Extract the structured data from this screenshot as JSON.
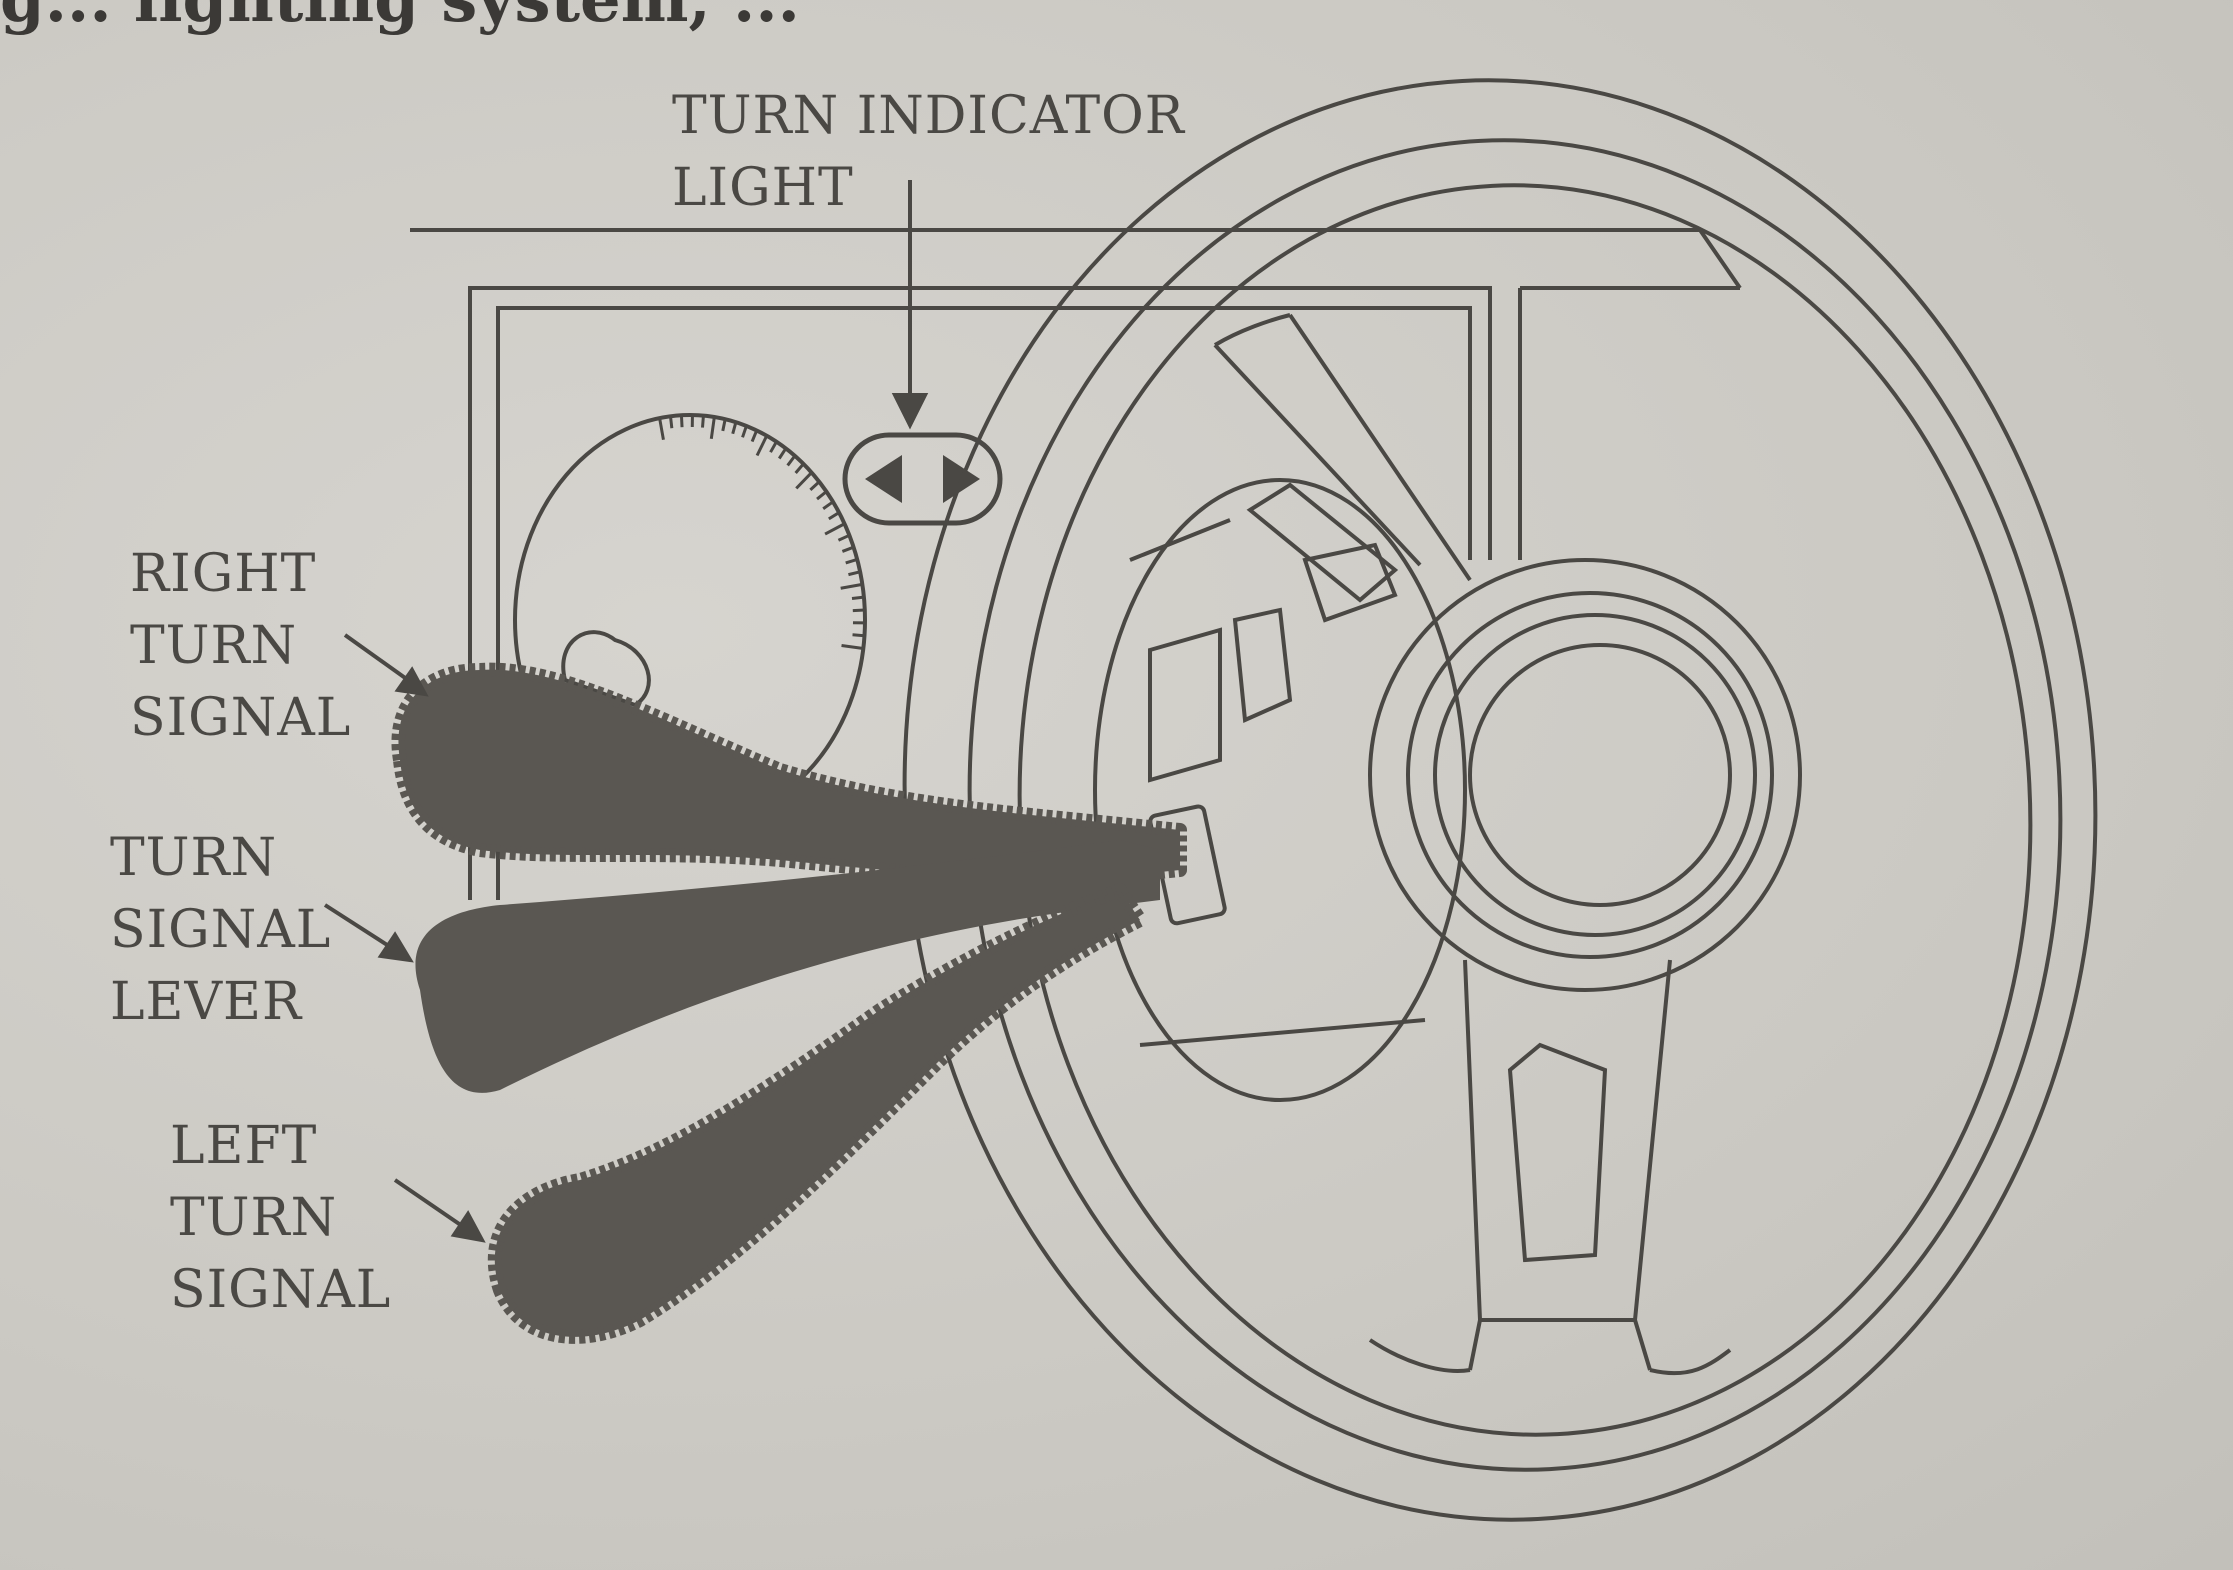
{
  "figure": {
    "heading_fragment": "g... lighting system, ...",
    "footer_fragment": "",
    "labels": {
      "turn_indicator_light": [
        "TURN INDICATOR",
        "LIGHT"
      ],
      "right_turn_signal": [
        "RIGHT",
        "TURN",
        "SIGNAL"
      ],
      "turn_signal_lever": [
        "TURN",
        "SIGNAL",
        "LEVER"
      ],
      "left_turn_signal": [
        "LEFT",
        "TURN",
        "SIGNAL"
      ]
    },
    "indicator_symbol": "◀ ▶",
    "colors": {
      "ink": "#4a4844",
      "lever_fill": "#5a5752",
      "paper": "#cfcdc8"
    }
  }
}
